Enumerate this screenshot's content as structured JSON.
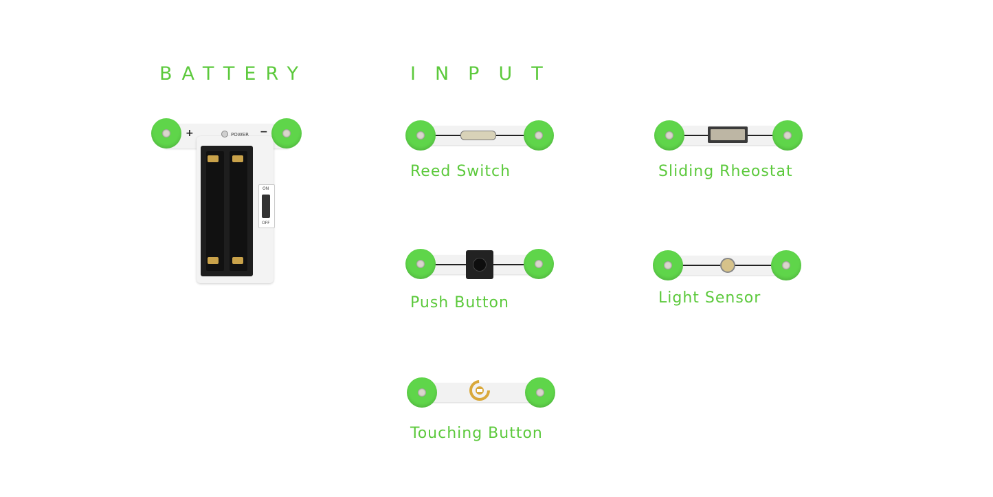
{
  "sections": {
    "battery_title": "BATTERY",
    "input_title": "INPUT"
  },
  "battery": {
    "plus": "+",
    "minus": "−",
    "power": "POWER",
    "on": "ON",
    "off": "OFF"
  },
  "modules": [
    {
      "name": "Reed Switch"
    },
    {
      "name": "Sliding Rheostat"
    },
    {
      "name": "Push Button"
    },
    {
      "name": "Light Sensor"
    },
    {
      "name": "Touching Button"
    }
  ],
  "colors": {
    "accent": "#5cc93c",
    "knob": "#5fd54a"
  }
}
